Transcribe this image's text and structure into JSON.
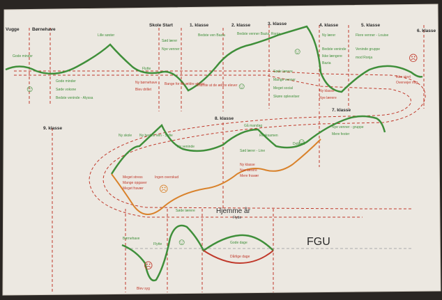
{
  "colors": {
    "paper": "#ece8e1",
    "good": "#3f8f3a",
    "bad": "#c0392b",
    "mid": "#d9a12b",
    "ink": "#2a2a2a",
    "background": "#2a2623"
  },
  "headings": {
    "vuggestue": "Vugge",
    "bornehave": "Børnehave",
    "skolestart": "Skole Start",
    "klasse1": "1. klasse",
    "klasse2": "2. klasse",
    "klasse3": "3. klasse",
    "klasse4": "4. klasse",
    "klasse5": "5. klasse",
    "klasse6": "6. klasse",
    "klasse7": "7. klasse",
    "klasse8": "8. klasse",
    "klasse9": "9. klasse",
    "hjemme": "Hjemme år",
    "fgu": "FGU"
  },
  "notes": {
    "gode_minder_1": "Gode minder",
    "lille_soester": "Lille søster",
    "gode_minder_2": "Gode minder",
    "sode_voksne": "Søde voksne",
    "bedste_veninde": "Bedste veninde - Alyssa",
    "flytte_1": "Flytte",
    "sod_laerer": "Sød lærer",
    "nye_venner": "Nye venner",
    "ny_bornehave": "Ny børnehave",
    "blev_drillet": "Blev drillet",
    "bange_for": "Bange for de ældre elever",
    "droner": "Drømte at de ældre elever",
    "bedste_ven": "Bedste ven Bazia",
    "bedste_venner": "Bedste venner Bazia, Ronja",
    "sode_laerere": "Søde lærere",
    "mange_venner": "Mange venner",
    "meget_social": "Meget social",
    "skole_oplevelse": "Skøre oplevelser",
    "ny_laerer_4": "Ny lærer",
    "nye_laerere": "Nye lærere",
    "bedste_veninde_4": "Bedste veninde",
    "ikke_laengere": "Ikke længere",
    "ny_klasse": "Ny klasse",
    "bazia": "Bazia",
    "flere_venner": "Flere venner - Louise",
    "veninde_gruppe": "Veninde gruppe",
    "mod_ronja": "mod Ronja",
    "ikke_sjovt": "Ikke sjovt",
    "overveer": "Overvejer mig",
    "ny_bedste_ven": "Ny bedste ven - Sofie",
    "nytskole": "Ny skole",
    "ny_veninde": "Ny veninde",
    "go_mandag": "Gå mandag",
    "reeksamen": "Reeksamen",
    "sod_laerer_8": "Sød lærer - Line",
    "ny_klasse_8": "Ny klasse",
    "nye_laerere_8": "Nye lærere",
    "mere_fravaer": "Mere fravær",
    "nye_venner_gruppe": "Nye venner - gruppe",
    "mere_fest": "Mere fester",
    "dobbelt": "Dobbelt",
    "meget_stress": "Meget stress",
    "mange_arbejde": "Mange opgaver",
    "meget_fravaer": "Meget fravær",
    "ingen_overskud": "Ingen overskud",
    "sode_laerere_fgu": "Søde lærere",
    "flytte_2": "Flytte",
    "gode_dage": "Gode dage",
    "daarlige_dage": "Dårlige dage",
    "bornehave_tid": "Børnehave",
    "flytte_3": "Flytte",
    "blev_syg": "Blev syg"
  },
  "faces": {
    "happy": "☺",
    "sad": "☹"
  }
}
